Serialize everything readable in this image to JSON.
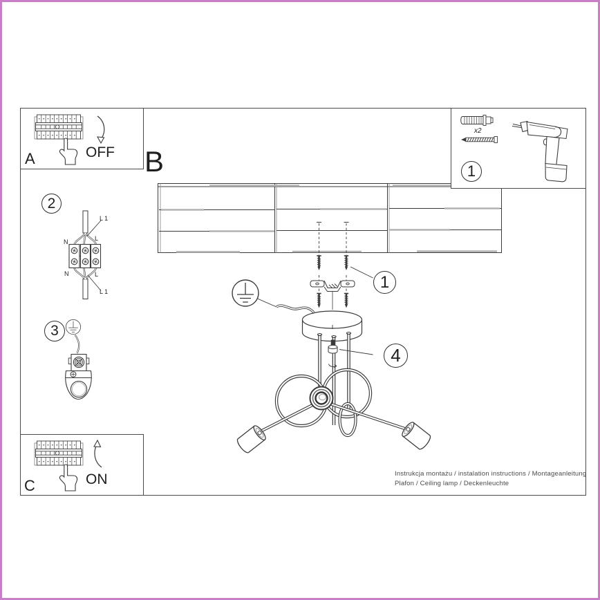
{
  "steps": {
    "a": {
      "letter": "A",
      "action": "OFF"
    },
    "b": {
      "letter": "B"
    },
    "c": {
      "letter": "C",
      "action": "ON"
    }
  },
  "callouts": {
    "parts": "1",
    "screws": "1",
    "wiring": "2",
    "ground": "3",
    "socket": "4"
  },
  "parts_box": {
    "quantity_label": "x2"
  },
  "wiring_labels": {
    "l1_top": "L 1",
    "live_top": "L",
    "neutral_top": "N",
    "neutral_bottom": "N",
    "live_bottom": "L",
    "l1_bottom": "L 1"
  },
  "footer": {
    "line1": "Instrukcja montażu / instalation instructions / Montageanleitung",
    "line2": "Plafon / Ceiling lamp / Deckenleuchte"
  },
  "colors": {
    "frame_border": "#c87fc8",
    "line_art": "#3a3a3a"
  }
}
